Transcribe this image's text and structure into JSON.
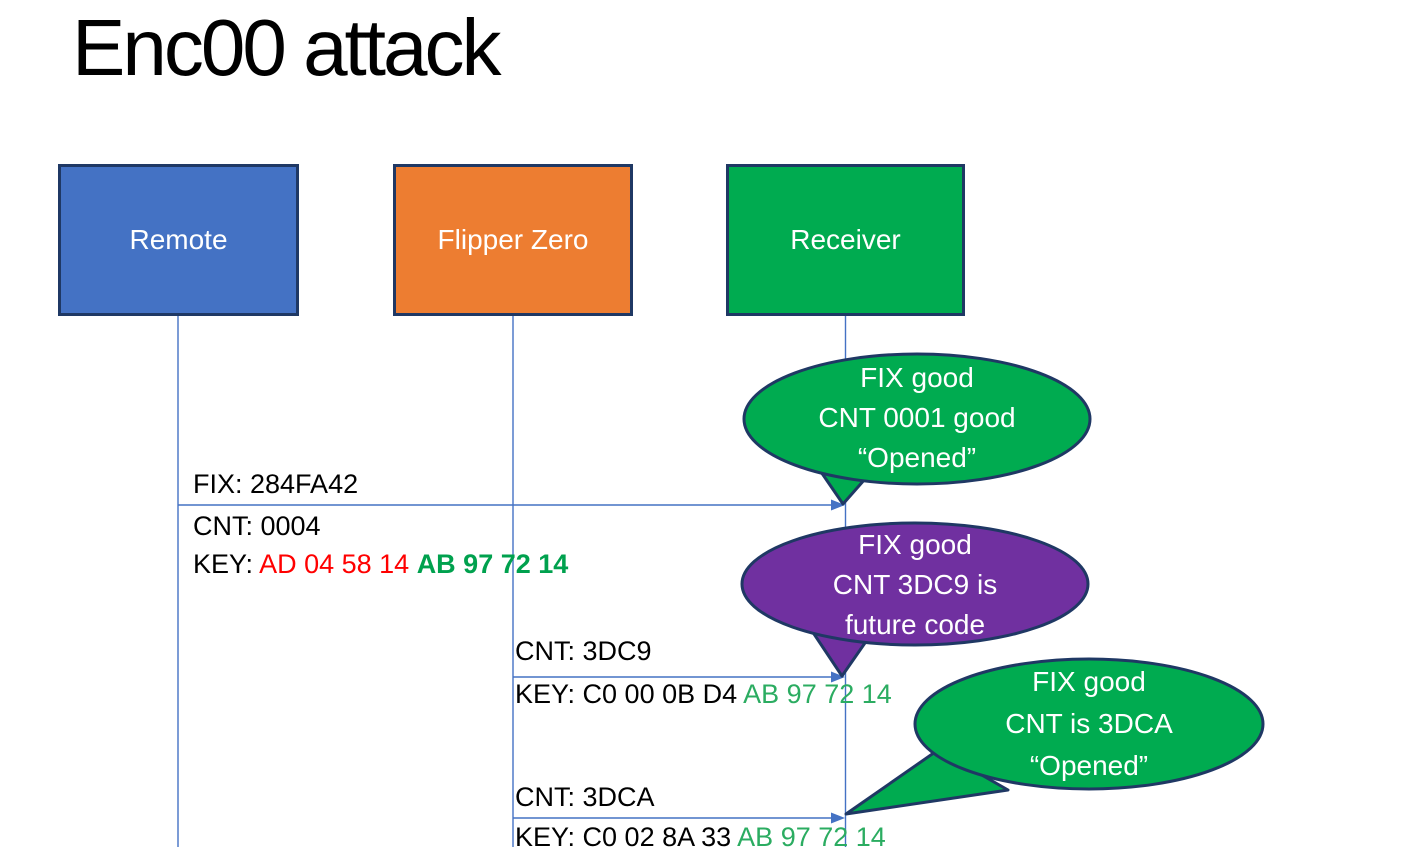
{
  "title": "Enc00 attack",
  "colors": {
    "blue": "#4472C4",
    "orange": "#ED7D31",
    "green": "#00AB50",
    "purple": "#7030A0",
    "navy": "#1F3864",
    "line": "#4472C4",
    "red": "#FF0000",
    "green-key": "#2BAC61",
    "green-key-bold": "#00A14E"
  },
  "actors": [
    {
      "label": "Remote",
      "color": "blue"
    },
    {
      "label": "Flipper Zero",
      "color": "orange"
    },
    {
      "label": "Receiver",
      "color": "green"
    }
  ],
  "messages": [
    {
      "from": "Remote",
      "to": "Receiver",
      "above": [
        {
          "t": "FIX: 284FA42"
        }
      ],
      "below1": [
        {
          "t": "CNT: 0004"
        }
      ],
      "below2": [
        {
          "t": "KEY: "
        },
        {
          "t": "AD 04 58 14 ",
          "c": "red"
        },
        {
          "t": "AB 97 72 14",
          "c": "greenBold"
        }
      ]
    },
    {
      "from": "Flipper Zero",
      "to": "Receiver",
      "above": [
        {
          "t": "CNT: 3DC9"
        }
      ],
      "below1": [
        {
          "t": "KEY: C0 00 0B D4 "
        },
        {
          "t": "AB 97 72 14",
          "c": "green"
        }
      ]
    },
    {
      "from": "Flipper Zero",
      "to": "Receiver",
      "above": [
        {
          "t": "CNT: 3DCA"
        }
      ],
      "below1": [
        {
          "t": "KEY: C0 02 8A 33 "
        },
        {
          "t": "AB 97 72 14",
          "c": "green"
        }
      ]
    }
  ],
  "callouts": [
    {
      "fill": "green",
      "lines": [
        "FIX good",
        "CNT 0001 good",
        "“Opened”"
      ]
    },
    {
      "fill": "purple",
      "lines": [
        "FIX good",
        "CNT 3DC9 is",
        "future code"
      ]
    },
    {
      "fill": "green",
      "lines": [
        "FIX good",
        "CNT is 3DCA",
        "“Opened”"
      ]
    }
  ]
}
